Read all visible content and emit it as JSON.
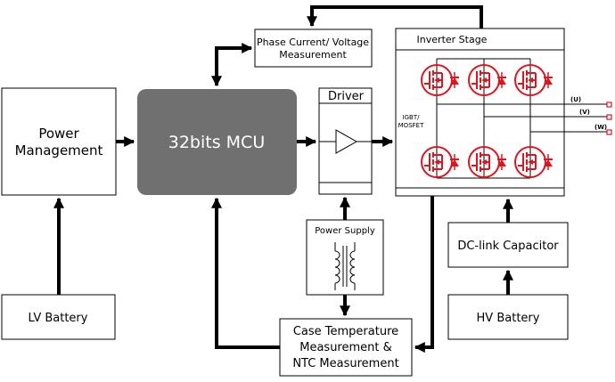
{
  "blocks": {
    "power_management": [
      "Power",
      "Management"
    ],
    "mcu": "32bits MCU",
    "phase_measurement": [
      "Phase Current/ Voltage",
      "Measurement"
    ],
    "driver": "Driver",
    "inverter": "Inverter Stage",
    "igbt": [
      "IGBT/",
      "MOSFET"
    ],
    "power_supply": "Power Supply",
    "case_temp": [
      "Case Temperature",
      "Measurement &",
      "NTC Measurement"
    ],
    "dc_link": "DC-link Capacitor",
    "lv_battery": "LV Battery",
    "hv_battery": "HV Battery"
  },
  "outputs": [
    "(U)",
    "(V)",
    "(W)"
  ],
  "colors": {
    "mcu_fill": "#707070",
    "switch": "#e0141e",
    "line": "#000000"
  }
}
